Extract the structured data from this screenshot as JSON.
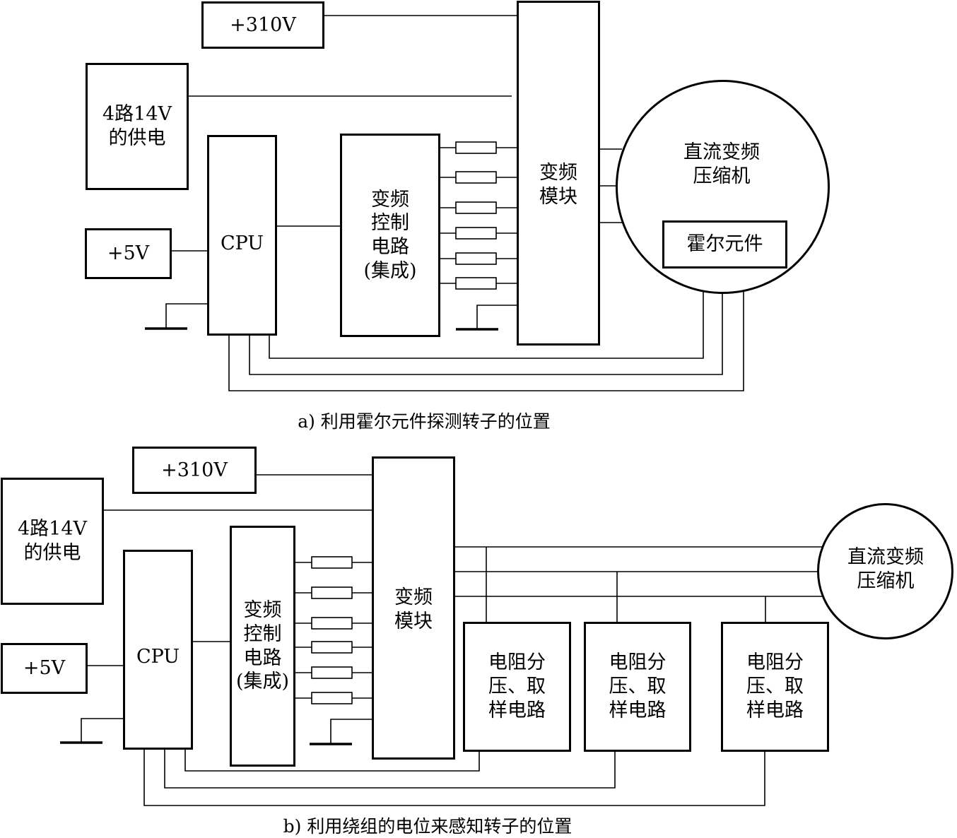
{
  "diagram_a": {
    "supply_310v": "+310V",
    "supply_14v": "4路14V\n的供电",
    "supply_5v": "+5V",
    "cpu": "CPU",
    "control_circuit": "变频\n控制\n电路\n(集成)",
    "inverter_module": "变频\n模块",
    "compressor": "直流变频\n压缩机",
    "hall_sensor": "霍尔元件",
    "caption": "a) 利用霍尔元件探测转子的位置"
  },
  "diagram_b": {
    "supply_310v": "+310V",
    "supply_14v": "4路14V\n的供电",
    "supply_5v": "+5V",
    "cpu": "CPU",
    "control_circuit": "变频\n控制\n电路\n(集成)",
    "inverter_module": "变频\n模块",
    "compressor": "直流变频\n压缩机",
    "sampling_circuits": [
      "电阻分\n压、取\n样电路",
      "电阻分\n压、取\n样电路",
      "电阻分\n压、取\n样电路"
    ],
    "caption": "b) 利用绕组的电位来感知转子的位置"
  }
}
